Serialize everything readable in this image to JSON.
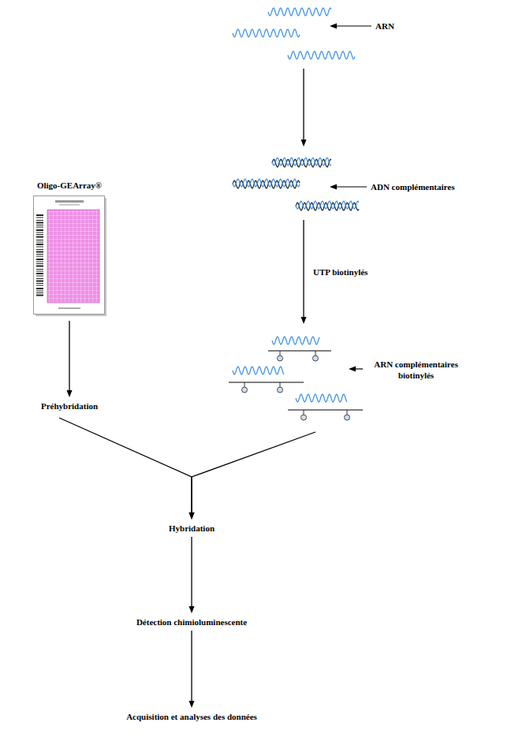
{
  "diagram": {
    "nodes": [
      {
        "text": [
          "ARN"
        ]
      },
      {
        "text": [
          "ADN complémentaires"
        ]
      },
      {
        "text": [
          "Oligo-GEArray®"
        ]
      },
      {
        "text": [
          "ARN complémentaires biotinylés"
        ]
      },
      {
        "text": [
          "Préhybridation"
        ]
      },
      {
        "text": [
          "Hybridation"
        ]
      },
      {
        "text": [
          "Détection chimioluminescente"
        ]
      },
      {
        "text": [
          "Acquisition et analyses des données"
        ]
      }
    ],
    "edges": [
      {
        "from": 0,
        "to": 1,
        "arrow": "to"
      },
      {
        "from": 1,
        "to": 3,
        "arrow": "to",
        "label": "UTP biotinylés"
      },
      {
        "from": 2,
        "to": 4,
        "arrow": "to"
      },
      {
        "from": 4,
        "to": 5,
        "arrow": "to"
      },
      {
        "from": 3,
        "to": 5,
        "arrow": "to"
      },
      {
        "from": 5,
        "to": 6,
        "arrow": "to"
      },
      {
        "from": 6,
        "to": 7,
        "arrow": "to"
      }
    ]
  }
}
